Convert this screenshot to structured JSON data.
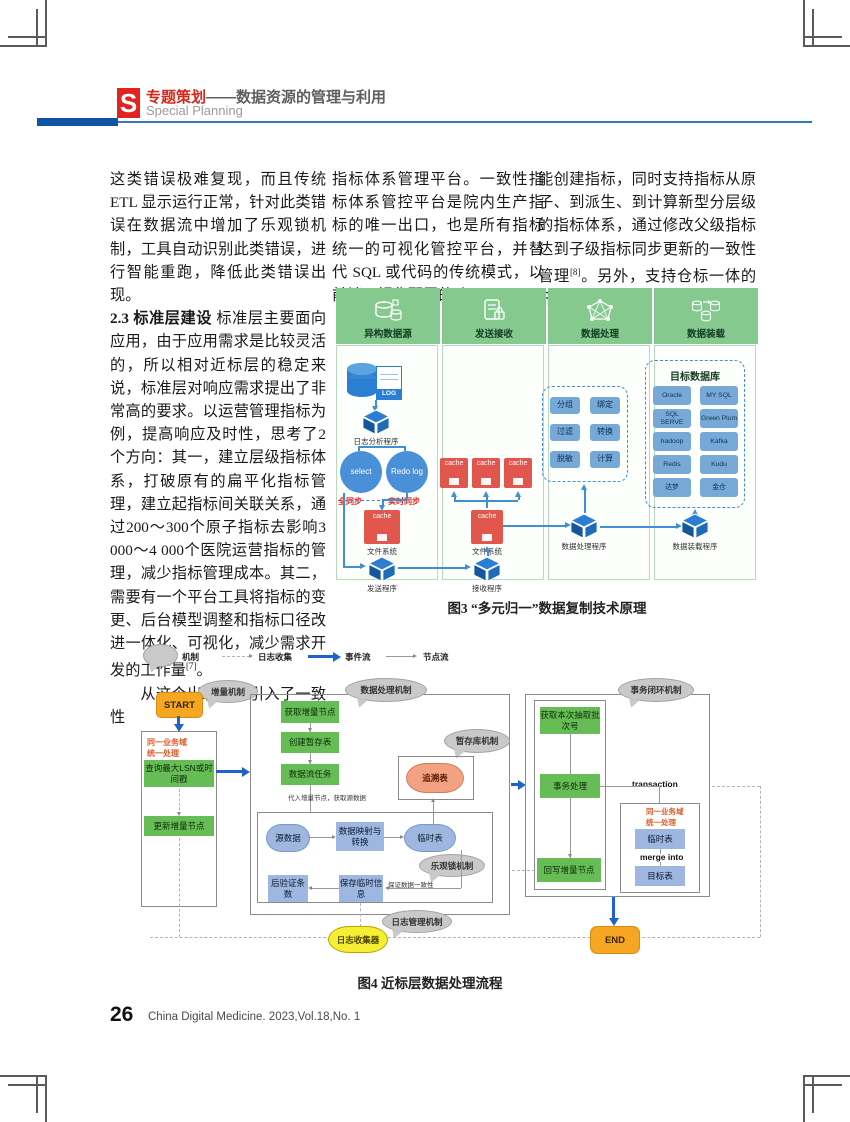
{
  "header": {
    "logo_letter": "S",
    "title_bold": "专题策划",
    "title_rest": "——数据资源的管理与利用",
    "subtitle": "Special Planning"
  },
  "body_text": {
    "col1_p1": "这类错误极难复现，而且传统 ETL 显示运行正常，针对此类错误在数据流中增加了乐观锁机制，工具自动识别此类错误，进行智能重跑，降低此类错误出现。",
    "col1_h": "2.3 标准层建设 ",
    "col1_p2": "标准层主要面向应用，由于应用需求是比较灵活的，所以相对近标层的稳定来说，标准层对响应需求提出了非常高的要求。以运营管理指标为例，提高响应及时性，思考了2个方向：其一，建立层级指标体系，打破原有的扁平化指标管理，建立起指标间关联关系，通过200～300个原子指标去影响3 000～4 000个医院运营指标的管理，减少指标管理成本。其二，需要有一个平台工具将指标的变更、后台模型调整和指标口径改进一体化、可视化，减少需求开发的工作量",
    "col1_sup": "[7]",
    "col1_p2_end": "。",
    "col1_p3": "从这个出发点，引入了一致性",
    "col2_p1": "指标体系管理平台。一致性指标体系管控平台是院内生产指标的唯一出口，也是所有指标统一的可视化管控平台，并替代 SQL 或代码的传统模式，以前端可视化配置的功",
    "col3_p1": "能创建指标，同时支持指标从原子、到派生、到计算新型分层级的指标体系，通过修改父级指标达到子级指标同步更新的一致性管理",
    "col3_sup": "[8]",
    "col3_p1_end": "。另外，支持仓标一体的开放式服务架"
  },
  "fig3": {
    "caption": "图3 “多元归一”数据复制技术原理",
    "headers": [
      "异构数据源",
      "发送接收",
      "数据处理",
      "数据装载"
    ],
    "cache_label": "cache",
    "fs_label": "文件系统",
    "col1": {
      "log_label": "LOG",
      "analyzer": "日志分析程序",
      "select": "select",
      "redo": "Redo log",
      "full_sync": "全同步",
      "realtime_sync": "实时同步",
      "sender": "发送程序"
    },
    "col2": {
      "receiver": "接收程序"
    },
    "col3": {
      "ops": [
        "分组",
        "绑定",
        "过滤",
        "转换",
        "脱敏",
        "计算"
      ],
      "processor": "数据处理程序"
    },
    "col4": {
      "title": "目标数据库",
      "dbs": [
        "Oracle",
        "MY SQL",
        "SQL SERVE",
        "Green Plum",
        "hadoop",
        "Kafka",
        "Redis",
        "Kudu",
        "达梦",
        "金仓"
      ],
      "loader": "数据装载程序"
    }
  },
  "fig4": {
    "caption": "图4 近标层数据处理流程",
    "legend": {
      "mechanism": "机制",
      "log_collect": "日志收集",
      "event_flow": "事件流",
      "node_flow": "节点流"
    },
    "start": "START",
    "end": "END",
    "bubbles": {
      "increment": "增量机制",
      "data_process": "数据处理机制",
      "staging": "暂存库机制",
      "optimistic": "乐观锁机制",
      "log_mgmt": "日志管理机制",
      "tx_loop": "事务闭环机制"
    },
    "domain_l1": "同一业务域",
    "domain_l2": "统一处理",
    "left": {
      "query": "查询最大LSN或时间戳",
      "update": "更新增量节点"
    },
    "mid": {
      "get_node": "获取增量节点",
      "create_temp": "创建暂存表",
      "flow_task": "数据流任务",
      "note": "代入增量节点，获取源数据",
      "trace": "追溯表",
      "source": "源数据",
      "map": "数据映射与转换",
      "temp": "临时表",
      "post_verify": "后验证条数",
      "save_info": "保存临时信息",
      "consistency": "保证数据一致性",
      "log_collector": "日志收集器"
    },
    "right": {
      "batch": "获取本次抽取批次号",
      "tx": "事务处理",
      "writeback": "回写增量节点",
      "transaction": "transaction",
      "temp": "临时表",
      "merge": "merge into",
      "target": "目标表"
    }
  },
  "footer": {
    "page": "26",
    "journal": "China Digital Medicine. 2023,Vol.18,No. 1"
  }
}
